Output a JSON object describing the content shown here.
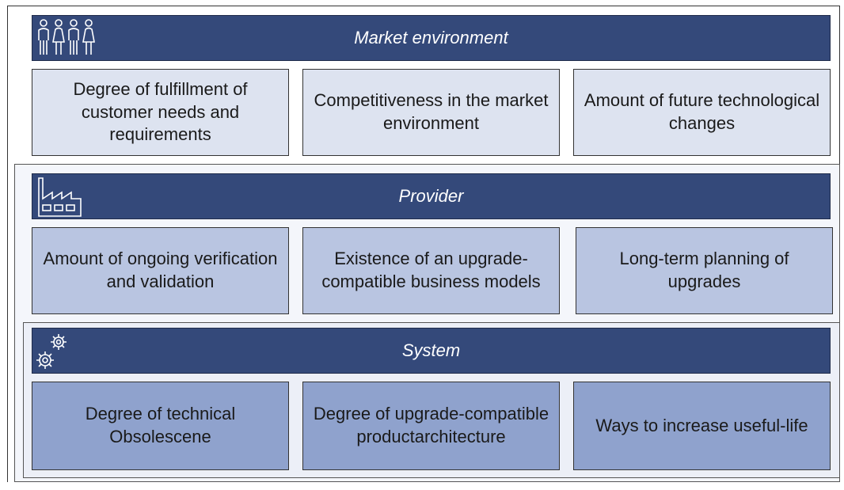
{
  "market": {
    "title": "Market environment",
    "icon": "people-icon",
    "boxes": [
      "Degree of fulfillment of customer needs and requirements",
      "Competitiveness in the market environment",
      "Amount of future technological changes"
    ]
  },
  "provider": {
    "title": "Provider",
    "icon": "factory-icon",
    "boxes": [
      "Amount of ongoing verification and validation",
      "Existence of an upgrade-compatible business models",
      "Long-term planning of upgrades"
    ]
  },
  "system": {
    "title": "System",
    "icon": "gears-icon",
    "boxes": [
      "Degree of technical Obsolescene",
      "Degree of upgrade-compatible productarchitecture",
      "Ways to increase useful-life"
    ]
  },
  "colors": {
    "header": "#34497a",
    "market_box": "#dde3f0",
    "provider_box": "#b9c5e1",
    "system_box": "#8fa2cd"
  }
}
